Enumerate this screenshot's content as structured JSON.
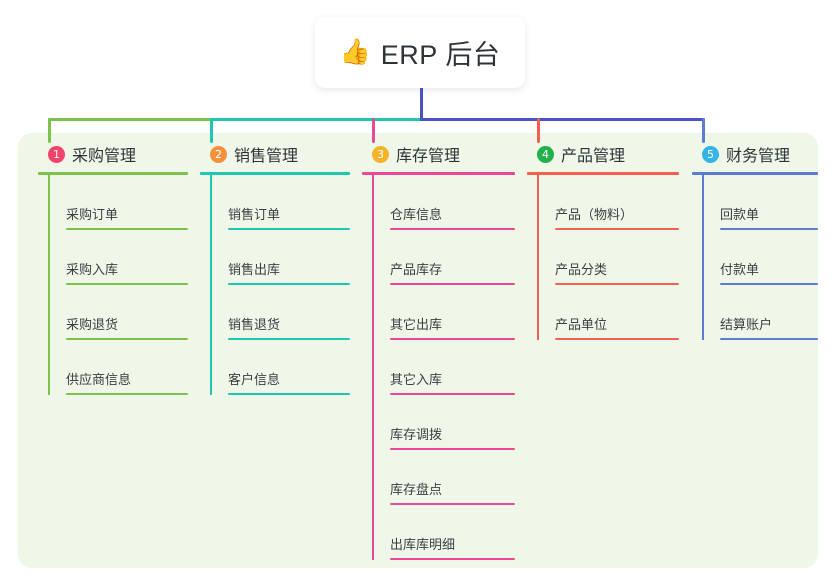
{
  "root": {
    "icon": "thumbs-up-icon",
    "emoji": "👍",
    "title": "ERP 后台"
  },
  "theme": {
    "panel_bg": "#EEF7E8",
    "page_bg": "#FFFFFF",
    "title_text": "#2F3438",
    "item_text": "#3A3F43",
    "trunk": "#4A53C4"
  },
  "columns": [
    {
      "number": "1",
      "title": "采购管理",
      "badge_color": "#F2436B",
      "line_color": "#7DC24B",
      "items": [
        {
          "label": "采购订单"
        },
        {
          "label": "采购入库"
        },
        {
          "label": "采购退货"
        },
        {
          "label": "供应商信息"
        }
      ]
    },
    {
      "number": "2",
      "title": "销售管理",
      "badge_color": "#F5903C",
      "line_color": "#1FC7B3",
      "items": [
        {
          "label": "销售订单"
        },
        {
          "label": "销售出库"
        },
        {
          "label": "销售退货"
        },
        {
          "label": "客户信息"
        }
      ]
    },
    {
      "number": "3",
      "title": "库存管理",
      "badge_color": "#F5B32C",
      "line_color": "#EC4899",
      "items": [
        {
          "label": "仓库信息"
        },
        {
          "label": "产品库存"
        },
        {
          "label": "其它出库"
        },
        {
          "label": "其它入库"
        },
        {
          "label": "库存调拨"
        },
        {
          "label": "库存盘点"
        },
        {
          "label": "出库库明细"
        }
      ]
    },
    {
      "number": "4",
      "title": "产品管理",
      "badge_color": "#22B14C",
      "line_color": "#F4604F",
      "items": [
        {
          "label": "产品（物料）"
        },
        {
          "label": "产品分类"
        },
        {
          "label": "产品单位"
        }
      ]
    },
    {
      "number": "5",
      "title": "财务管理",
      "badge_color": "#36B4E5",
      "line_color": "#5B7BD5",
      "items": [
        {
          "label": "回款单"
        },
        {
          "label": "付款单"
        },
        {
          "label": "结算账户"
        }
      ]
    }
  ]
}
